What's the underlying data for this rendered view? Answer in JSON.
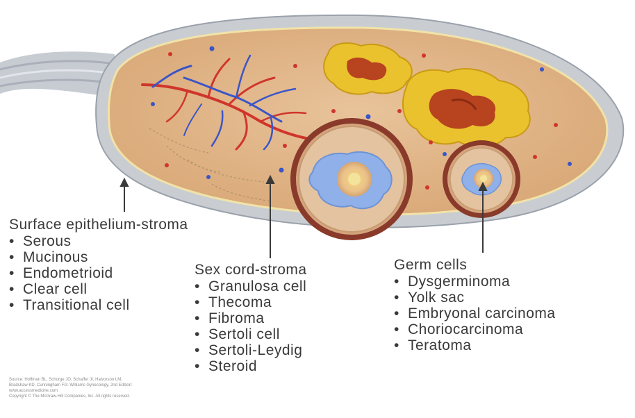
{
  "groups": {
    "surface": {
      "title": "Surface epithelium-stroma",
      "items": [
        "Serous",
        "Mucinous",
        "Endometrioid",
        "Clear cell",
        "Transitional cell"
      ]
    },
    "sex_cord": {
      "title": "Sex cord-stroma",
      "items": [
        "Granulosa cell",
        "Thecoma",
        "Fibroma",
        "Sertoli cell",
        "Sertoli-Leydig",
        "Steroid"
      ]
    },
    "germ": {
      "title": "Germ cells",
      "items": [
        "Dysgerminoma",
        "Yolk sac",
        "Embryonal carcinoma",
        "Choriocarcinoma",
        "Teratoma"
      ]
    }
  },
  "source_credit": {
    "line1": "Source: Hoffman BL, Schorge JO, Schaffer JI, Halvorson LM,",
    "line2": "Bradshaw KD, Cunningham FG: Williams Gynecology, 2nd Edition:",
    "line3": "www.accessmedicine.com",
    "line4": "Copyright © The McGraw-Hill Companies, Inc. All rights reserved."
  },
  "colors": {
    "stroma": "#e0b98c",
    "capsule": "#c9cdd2",
    "artery": "#d0352b",
    "vein": "#3a55c8",
    "corpus_yellow": "#e9c22e",
    "follicle_rim": "#8a3a2a",
    "follicle_cell": "#8fb0e8",
    "text": "#3a3a3a"
  }
}
